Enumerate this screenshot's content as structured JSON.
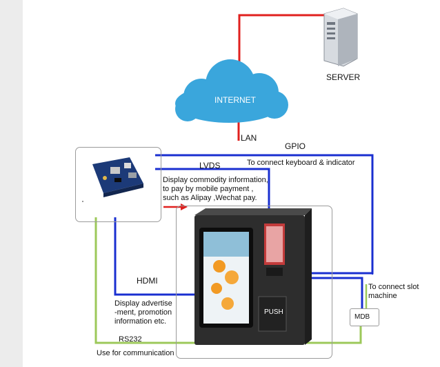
{
  "nodes": {
    "server": "SERVER",
    "internet": "INTERNET",
    "mdb": "MDB",
    "push": "PUSH"
  },
  "labels": {
    "lan": "LAN",
    "gpio": "GPIO",
    "gpio_desc": "To connect keyboard & indicator",
    "lvds": "LVDS",
    "lvds_desc_1": "Display commodity information,",
    "lvds_desc_2": "to pay by mobile payment ,",
    "lvds_desc_3": "such as Alipay ,Wechat pay.",
    "hdmi": "HDMI",
    "hdmi_desc_1": "Display advertise",
    "hdmi_desc_2": "-ment, promotion",
    "hdmi_desc_3": "information etc.",
    "slot_1": "To connect slot",
    "slot_2": "machine",
    "rs232": "RS232",
    "rs232_desc": "Use for communication"
  },
  "colors": {
    "network_line": "#e0201e",
    "signal_line": "#1a2fd0",
    "serial_line": "#9cc85a",
    "cloud": "#3aa6dc",
    "machine_body": "#2d2d2d"
  }
}
